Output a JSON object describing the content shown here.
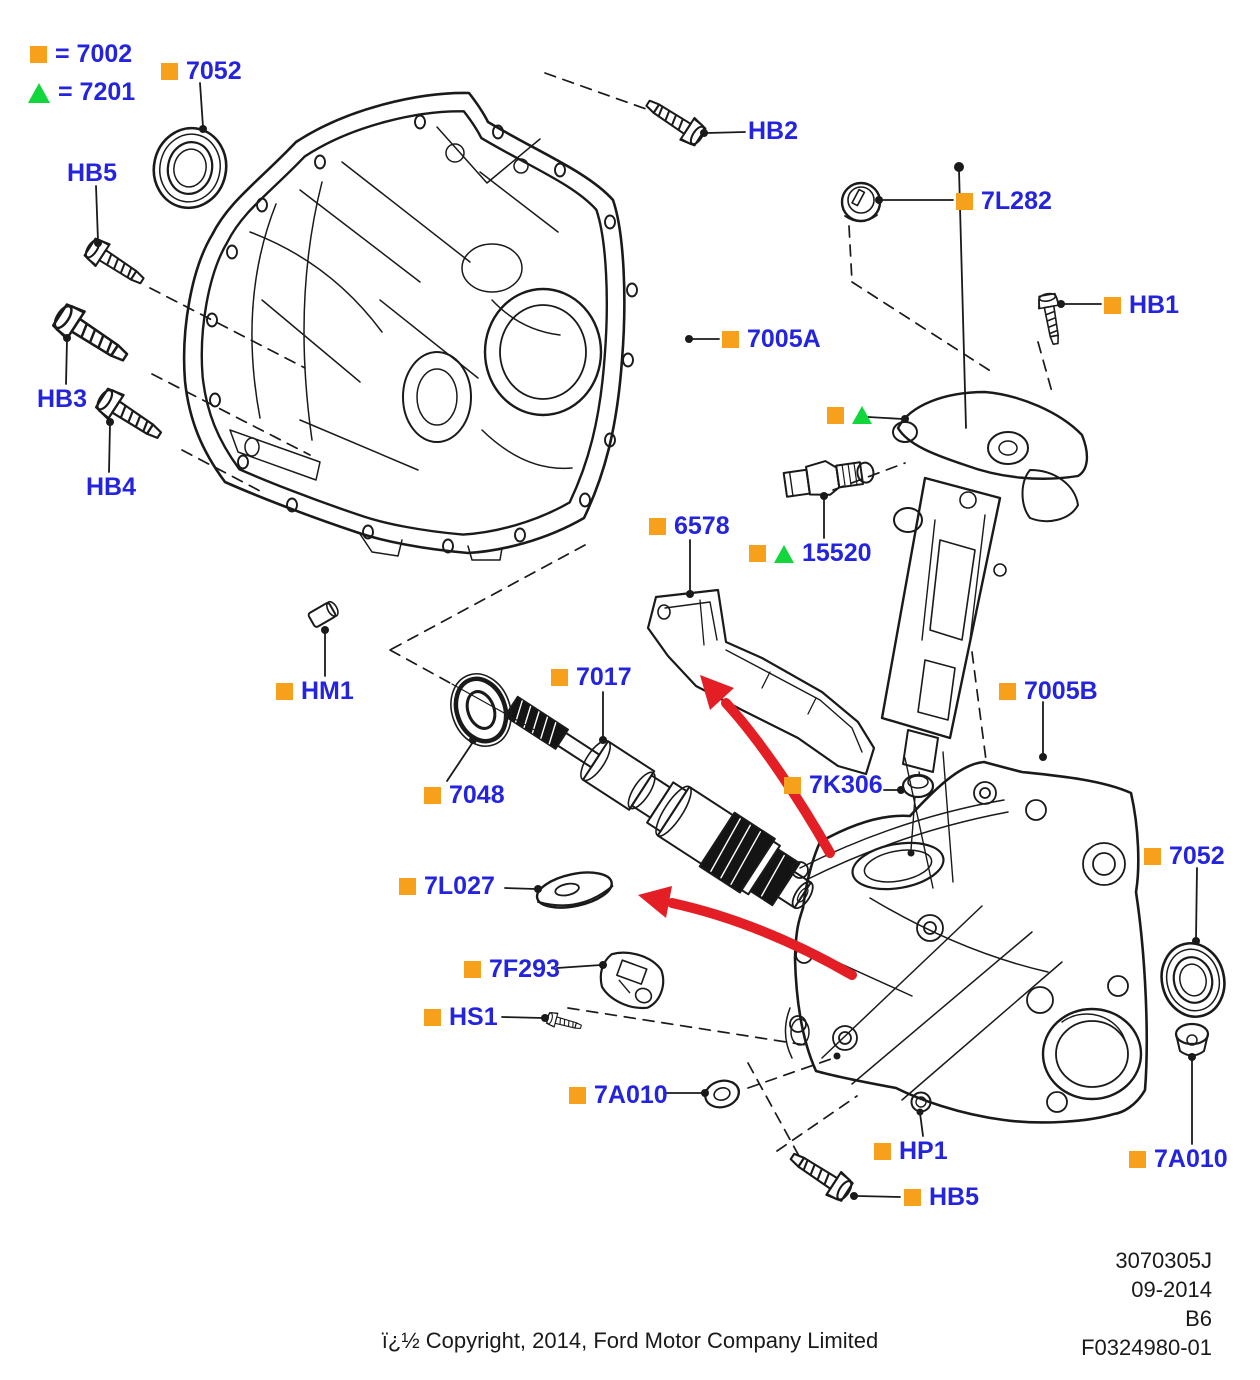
{
  "legend": {
    "items": [
      {
        "symbol": "orange-square",
        "text": "= 7002"
      },
      {
        "symbol": "green-triangle",
        "text": "= 7201"
      }
    ]
  },
  "callouts": [
    {
      "id": "7052-top",
      "text": "7052",
      "markers": [
        "square"
      ]
    },
    {
      "id": "hb2",
      "text": "HB2",
      "markers": []
    },
    {
      "id": "hb5-top",
      "text": "HB5",
      "markers": []
    },
    {
      "id": "7l282",
      "text": "7L282",
      "markers": [
        "square"
      ]
    },
    {
      "id": "hb1",
      "text": "HB1",
      "markers": [
        "square"
      ]
    },
    {
      "id": "7005a",
      "text": "7005A",
      "markers": [
        "square"
      ]
    },
    {
      "id": "hb3",
      "text": "HB3",
      "markers": []
    },
    {
      "id": "hb4",
      "text": "HB4",
      "markers": []
    },
    {
      "id": "marker-only",
      "text": "",
      "markers": [
        "square",
        "triangle"
      ]
    },
    {
      "id": "6578",
      "text": "6578",
      "markers": [
        "square"
      ]
    },
    {
      "id": "15520",
      "text": "15520",
      "markers": [
        "square",
        "triangle"
      ]
    },
    {
      "id": "hm1",
      "text": "HM1",
      "markers": [
        "square"
      ]
    },
    {
      "id": "7017",
      "text": "7017",
      "markers": [
        "square"
      ]
    },
    {
      "id": "7005b",
      "text": "7005B",
      "markers": [
        "square"
      ]
    },
    {
      "id": "7048",
      "text": "7048",
      "markers": [
        "square"
      ]
    },
    {
      "id": "7k306",
      "text": "7K306",
      "markers": [
        "square"
      ]
    },
    {
      "id": "7052-right",
      "text": "7052",
      "markers": [
        "square"
      ]
    },
    {
      "id": "7l027",
      "text": "7L027",
      "markers": [
        "square"
      ]
    },
    {
      "id": "7f293",
      "text": "7F293",
      "markers": [
        "square"
      ]
    },
    {
      "id": "hs1",
      "text": "HS1",
      "markers": [
        "square"
      ]
    },
    {
      "id": "7a010-left",
      "text": "7A010",
      "markers": [
        "square"
      ]
    },
    {
      "id": "hp1",
      "text": "HP1",
      "markers": [
        "square"
      ]
    },
    {
      "id": "hb5-bottom",
      "text": "HB5",
      "markers": [
        "square"
      ]
    },
    {
      "id": "7a010-right",
      "text": "7A010",
      "markers": [
        "square"
      ]
    }
  ],
  "stamp": {
    "lines": [
      "3070305J",
      "09-2014",
      "B6",
      "F0324980-01"
    ]
  },
  "footer": {
    "copyright": "ï¿½ Copyright, 2014, Ford Motor Company Limited"
  },
  "colors": {
    "callout_blue": "#2424DF",
    "marker_orange": "#F7A01B",
    "marker_green": "#12D73C",
    "arrow_red": "#E31E24",
    "line_black": "#1a1a1a"
  }
}
